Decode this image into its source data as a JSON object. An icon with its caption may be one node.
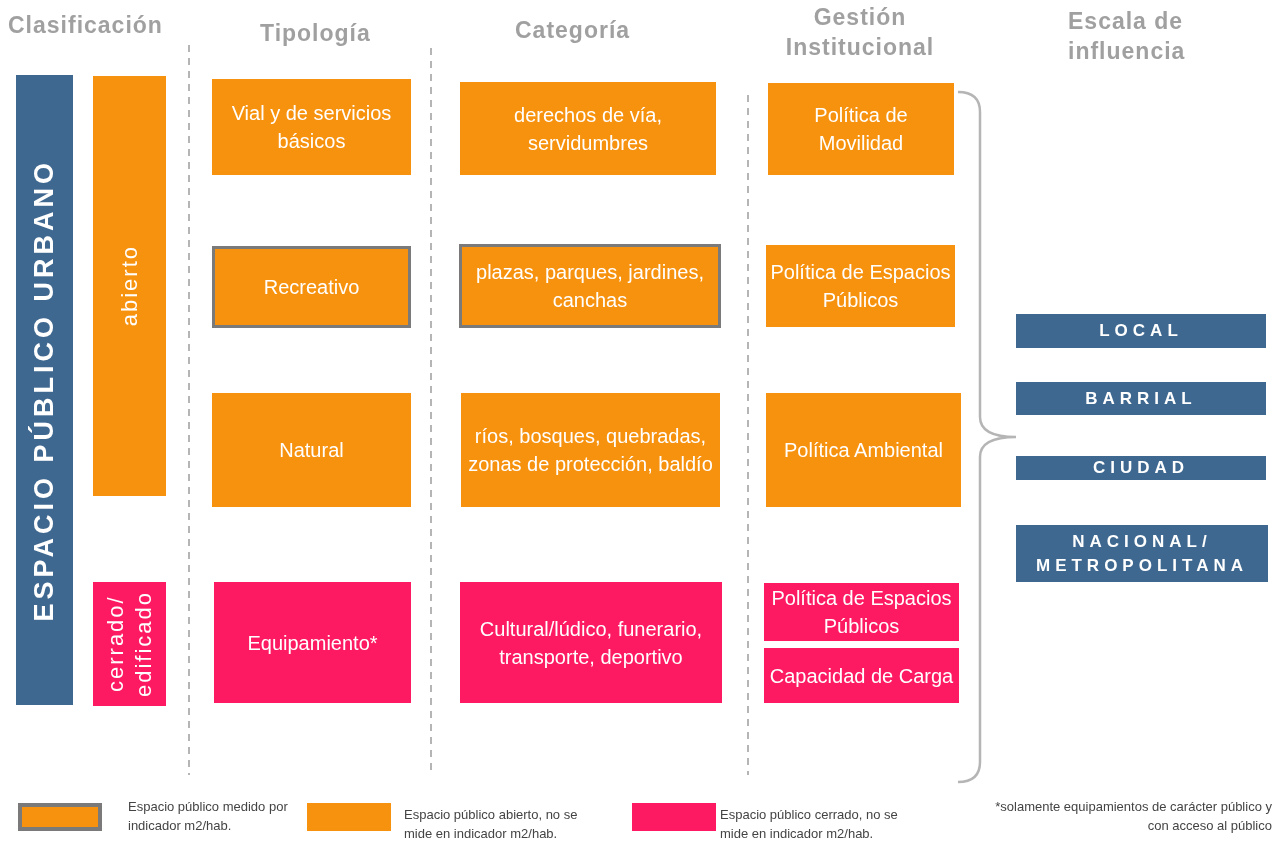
{
  "diagram": {
    "nodes": [
      {
        "text": [
          "ESPACIO PÚBLICO URBANO"
        ]
      },
      {
        "text": [
          "abierto"
        ]
      },
      {
        "text": [
          "cerrado/ edificado"
        ]
      },
      {
        "text": [
          "Vial y de servicios básicos"
        ]
      },
      {
        "text": [
          "Recreativo"
        ]
      },
      {
        "text": [
          "Natural"
        ]
      },
      {
        "text": [
          "Equipamiento*"
        ]
      },
      {
        "text": [
          "derechos de vía, servidumbres"
        ]
      },
      {
        "text": [
          "plazas, parques, jardines, canchas"
        ]
      },
      {
        "text": [
          "ríos, bosques, quebradas, zonas de protección, baldío"
        ]
      },
      {
        "text": [
          "Cultural/lúdico, funerario, transporte, deportivo"
        ]
      },
      {
        "text": [
          "Política de Movilidad"
        ]
      },
      {
        "text": [
          "Política de Espacios Públicos"
        ]
      },
      {
        "text": [
          "Política Ambiental"
        ]
      },
      {
        "text": [
          "Política de Espacios Públicos"
        ]
      },
      {
        "text": [
          "Capacidad de Carga"
        ]
      },
      {
        "text": [
          "LOCAL"
        ]
      },
      {
        "text": [
          "BARRIAL"
        ]
      },
      {
        "text": [
          "CIUDAD"
        ]
      },
      {
        "text": [
          "NACIONAL/ METROPOLITANA"
        ]
      }
    ],
    "labels": [
      "Clasificación",
      "Tipología",
      "Categoría",
      "Gestión Institucional",
      "Escala de influencia",
      "*solamente equipamientos de carácter público y con acceso al público"
    ],
    "legend": [
      {
        "text": "Espacio público medido por indicador m2/hab."
      },
      {
        "text": "Espacio público abierto, no se mide en indicador m2/hab.",
        "color": "#f7920f"
      },
      {
        "text": "Espacio público cerrado, no se mide en indicador m2/hab.",
        "color": "#fe1a63"
      }
    ]
  }
}
